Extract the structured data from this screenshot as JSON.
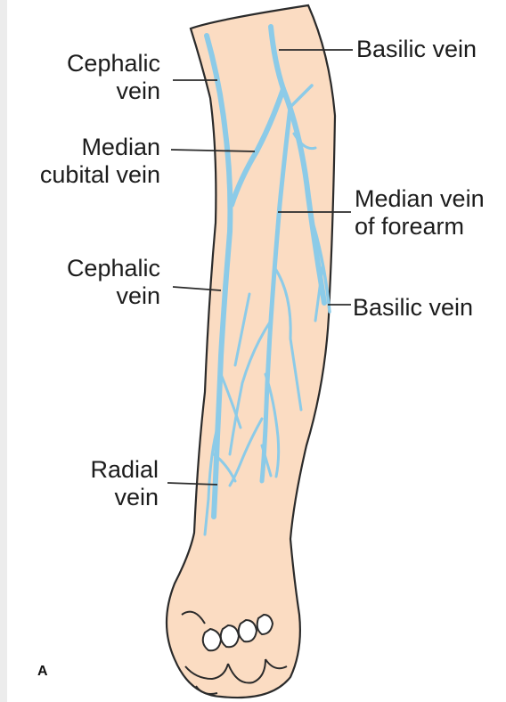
{
  "figure": {
    "panel_letter": "A",
    "labels": {
      "cephalic_upper": "Cephalic\nvein",
      "basilic_upper": "Basilic vein",
      "median_cubital": "Median\ncubital vein",
      "median_forearm": "Median vein\nof forearm",
      "cephalic_lower": "Cephalic\nvein",
      "basilic_lower": "Basilic vein",
      "radial": "Radial\nvein"
    }
  },
  "colors": {
    "skin": "#fbdcc2",
    "vein": "#8ccbe8",
    "outline": "#2b2b2b"
  }
}
